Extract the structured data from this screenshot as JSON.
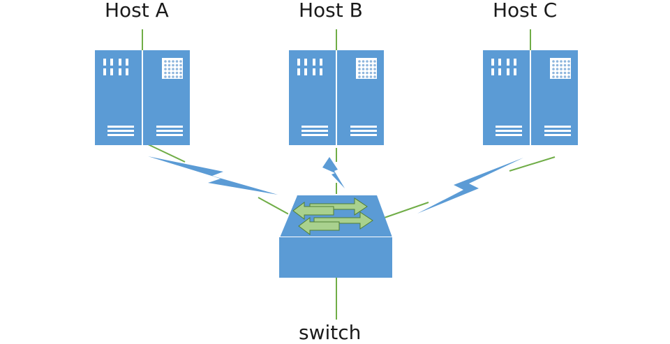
{
  "hosts": [
    {
      "label": "Host A",
      "icon": "server-icon"
    },
    {
      "label": "Host B",
      "icon": "server-icon"
    },
    {
      "label": "Host C",
      "icon": "server-icon"
    }
  ],
  "switch": {
    "label": "switch",
    "icon": "network-switch-icon"
  },
  "links": [
    {
      "from": "Host A",
      "to": "switch",
      "type": "wireless",
      "icon": "lightning-bolt-icon"
    },
    {
      "from": "Host B",
      "to": "switch",
      "type": "wireless",
      "icon": "lightning-bolt-icon"
    },
    {
      "from": "Host C",
      "to": "switch",
      "type": "wireless",
      "icon": "lightning-bolt-icon"
    }
  ],
  "colors": {
    "device_fill": "#5b9bd5",
    "device_edge": "#ffffff",
    "link_line": "#70ad47",
    "bolt": "#5b9bd5",
    "arrow": "#a9d18e",
    "arrow_outline": "#507e32"
  }
}
